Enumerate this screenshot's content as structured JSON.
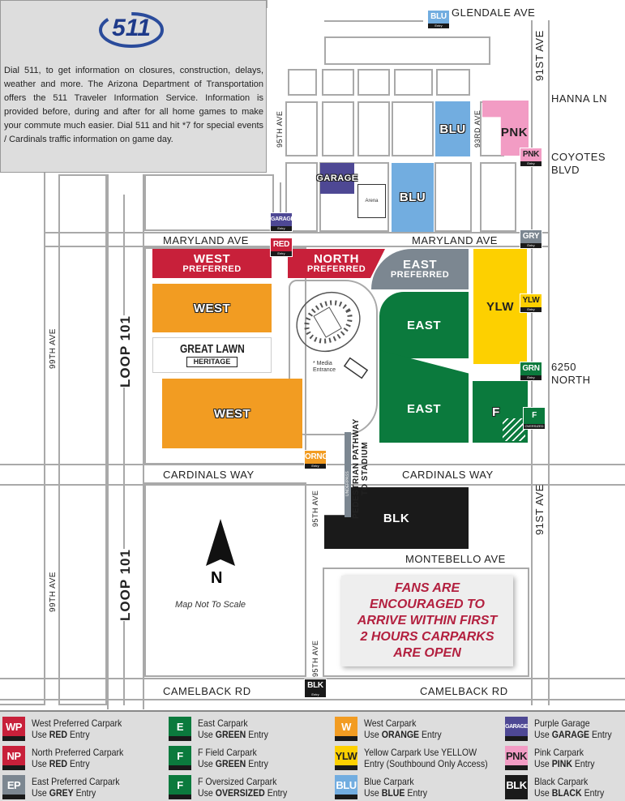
{
  "info_box": {
    "logo": "511",
    "text": "Dial 511, to get information on closures, construction, delays, weather and more. The Arizona Department of Transportation offers the 511 Traveler Information Service. Information is provided before, during and after for all home games to make your commute much easier. Dial 511 and hit *7 for special events / Cardinals traffic information on game day."
  },
  "roads": {
    "glendale": "GLENDALE AVE",
    "hanna": "HANNA LN",
    "coyotes1": "COYOTES",
    "coyotes2": "BLVD",
    "maryland_w": "MARYLAND AVE",
    "maryland_e": "MARYLAND AVE",
    "north6250a": "6250",
    "north6250b": "NORTH",
    "cardinals_w": "CARDINALS WAY",
    "cardinals_e": "CARDINALS WAY",
    "montebello": "MONTEBELLO AVE",
    "camelback_w": "CAMELBACK RD",
    "camelback_e": "CAMELBACK RD",
    "ave91_top": "91ST AVE",
    "ave91_bot": "91ST AVE",
    "ave93": "93RD AVE",
    "ave95_top": "95TH AVE",
    "ave95_mid": "95TH AVE",
    "ave95_bot": "95TH AVE",
    "ave99_top": "99TH AVE",
    "ave99_bot": "99TH AVE",
    "loop_top": "LOOP 101",
    "loop_bot": "LOOP 101",
    "pedestrian1": "PEDESTRIAN PATHWAY",
    "pedestrian2": "TO STADIUM",
    "underpass": "UNDERPASS"
  },
  "lots": {
    "west_pref": [
      "WEST",
      "PREFERRED"
    ],
    "north_pref": [
      "NORTH",
      "PREFERRED"
    ],
    "east_pref": [
      "EAST",
      "PREFERRED"
    ],
    "west1": "WEST",
    "west2": "WEST",
    "great_lawn": "GREAT LAWN",
    "heritage": "HERITAGE",
    "east1": "EAST",
    "east2": "EAST",
    "ylw": "YLW",
    "f": "F",
    "blk": "BLK",
    "blu1": "BLU",
    "blu2": "BLU",
    "pnk": "PNK",
    "garage": "GARAGE",
    "arena": "Arena",
    "media": "* Media Entrance"
  },
  "entry_tags": {
    "entry": "Entry",
    "blu": "BLU",
    "pnk": "PNK",
    "gry": "GRY",
    "garage": "GARAGE",
    "red": "RED",
    "ylw": "YLW",
    "grn": "GRN",
    "f": "F",
    "oversized": "OVERSIZED",
    "orng": "ORNG",
    "blk": "BLK"
  },
  "compass": {
    "label": "N",
    "note": "Map Not To Scale"
  },
  "notice": "FANS ARE ENCOURAGED TO ARRIVE WITHIN FIRST 2 HOURS CARPARKS ARE OPEN",
  "colors": {
    "red": "#c8203a",
    "orange": "#f29c22",
    "green": "#0b7a3d",
    "grey": "#7c8791",
    "yellow": "#fdd000",
    "blue": "#72ade0",
    "pink": "#f29cc4",
    "purple": "#4e4894",
    "black": "#1a1a1a",
    "notice": "#b3203f"
  },
  "legend": [
    {
      "icon": "WP",
      "color": "#c8203a",
      "l1": "West Preferred Carpark",
      "pre": "Use ",
      "bold": "RED",
      "post": " Entry"
    },
    {
      "icon": "NP",
      "color": "#c8203a",
      "l1": "North Preferred Carpark",
      "pre": "Use ",
      "bold": "RED",
      "post": " Entry"
    },
    {
      "icon": "EP",
      "color": "#7c8791",
      "l1": "East Preferred Carpark",
      "pre": "Use ",
      "bold": "GREY",
      "post": " Entry"
    },
    {
      "icon": "E",
      "color": "#0b7a3d",
      "l1": "East Carpark",
      "pre": "Use ",
      "bold": "GREEN",
      "post": " Entry"
    },
    {
      "icon": "F",
      "color": "#0b7a3d",
      "l1": "F Field Carpark",
      "pre": "Use ",
      "bold": "GREEN",
      "post": " Entry"
    },
    {
      "icon": "F",
      "color": "#0b7a3d",
      "l1": "F Oversized Carpark",
      "pre": "Use ",
      "bold": "OVERSIZED",
      "post": " Entry"
    },
    {
      "icon": "W",
      "color": "#f29c22",
      "l1": "West Carpark",
      "pre": "Use ",
      "bold": "ORANGE",
      "post": " Entry"
    },
    {
      "icon": "YLW",
      "color": "#fdd000",
      "l1": "Yellow Carpark Use YELLOW",
      "pre": "",
      "bold": "",
      "post": "Entry (Southbound Only Access)"
    },
    {
      "icon": "BLU",
      "color": "#72ade0",
      "l1": "Blue Carpark",
      "pre": "Use ",
      "bold": "BLUE",
      "post": " Entry"
    },
    {
      "icon": "GARAGE",
      "color": "#4e4894",
      "l1": "Purple Garage",
      "pre": "Use ",
      "bold": "GARAGE",
      "post": " Entry"
    },
    {
      "icon": "PNK",
      "color": "#f29cc4",
      "l1": "Pink Carpark",
      "pre": "Use ",
      "bold": "PINK",
      "post": " Entry"
    },
    {
      "icon": "BLK",
      "color": "#1a1a1a",
      "l1": "Black Carpark",
      "pre": "Use ",
      "bold": "BLACK",
      "post": " Entry"
    }
  ]
}
